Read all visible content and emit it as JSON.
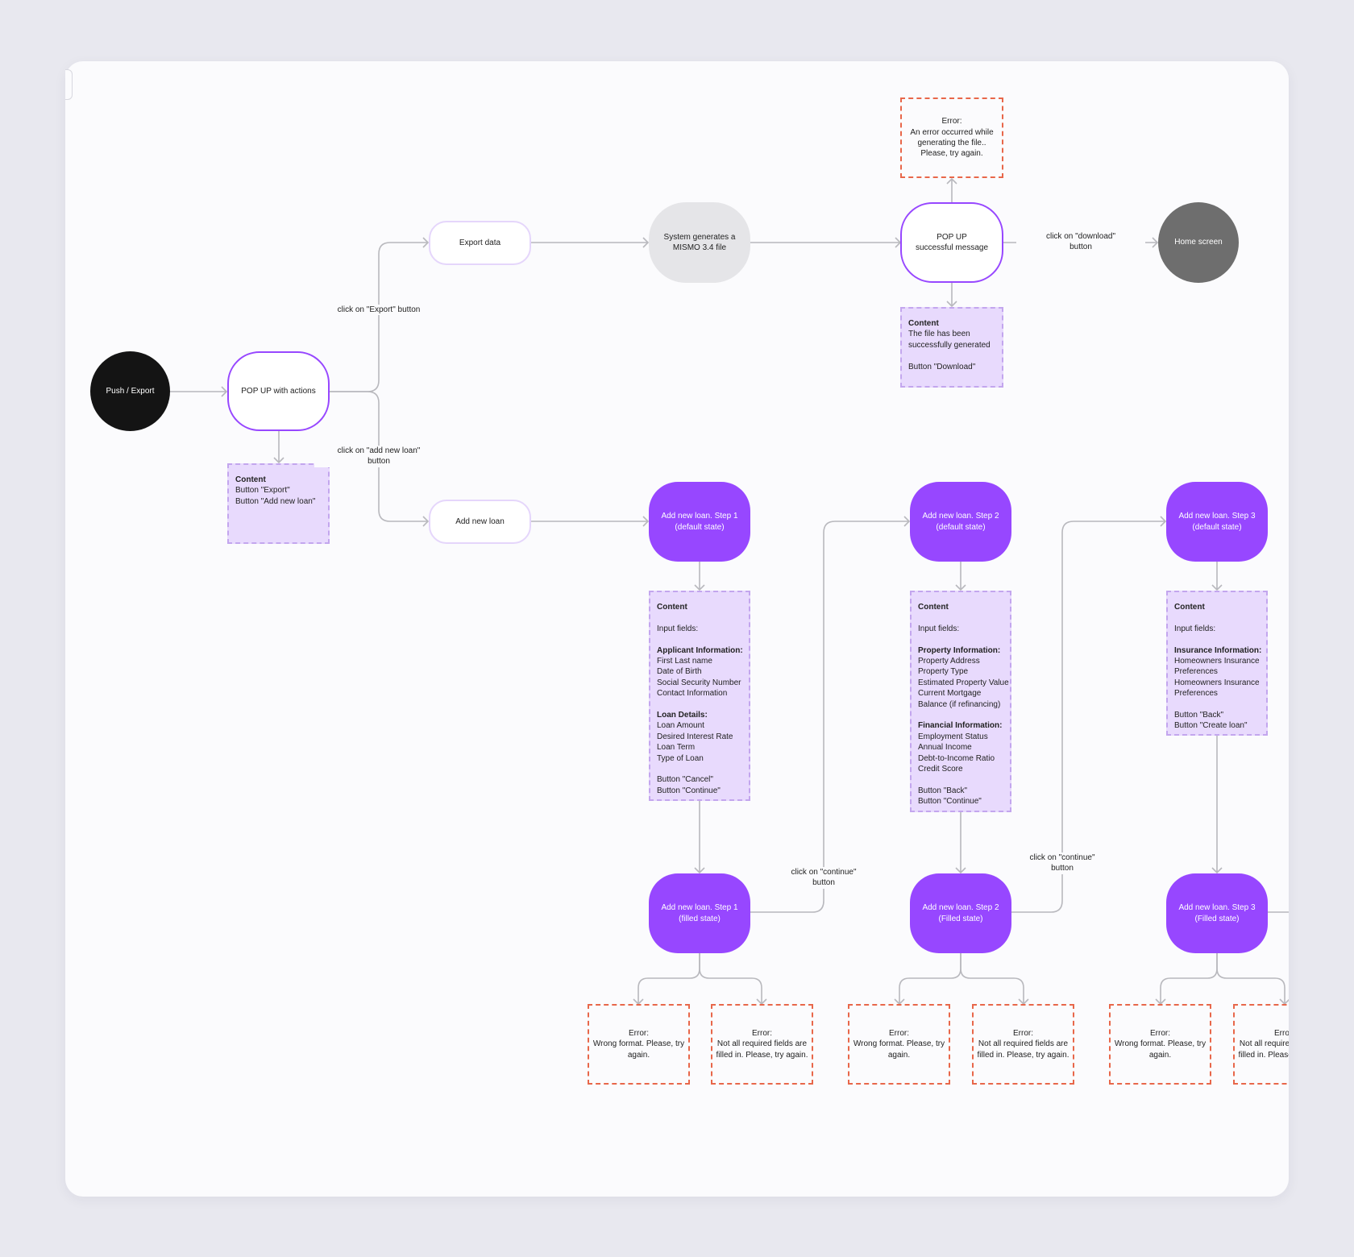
{
  "colors": {
    "accent": "#9747ff",
    "content_fill": "#e8dafd",
    "content_border": "#c3a6ee",
    "error_border": "#e8674a",
    "connector": "#b8b8bd",
    "start_node": "#141414",
    "end_node": "#6e6e6e"
  },
  "nodes": {
    "push_export": "Push / Export",
    "popup_actions": "POP UP with actions",
    "export_data": "Export data",
    "add_new_loan": "Add new loan",
    "system_generates": [
      "System generates a",
      "MISMO 3.4 file"
    ],
    "popup_success": [
      "POP UP",
      "successful message"
    ],
    "home_screen": "Home screen",
    "step1_default": [
      "Add new loan. Step 1",
      "(default state)"
    ],
    "step2_default": [
      "Add new loan. Step 2",
      "(default state)"
    ],
    "step3_default": [
      "Add new loan. Step 3",
      "(default state)"
    ],
    "step1_filled": [
      "Add new loan. Step 1",
      "(filled state)"
    ],
    "step2_filled": [
      "Add new loan. Step 2",
      "(Filled state)"
    ],
    "step3_filled": [
      "Add new loan. Step 3",
      "(Filled state)"
    ]
  },
  "labels": {
    "click_export": "click on \"Export\" button",
    "click_add_new_loan": [
      "click on \"add new loan\"",
      "button"
    ],
    "click_download": [
      "click on \"download\"",
      "button"
    ],
    "click_continue_1": [
      "click on \"continue\"",
      "button"
    ],
    "click_continue_2": [
      "click on \"continue\"",
      "button"
    ]
  },
  "content": {
    "popup": [
      "Content",
      "Button \"Export\"",
      "Button \"Add new loan\""
    ],
    "success": [
      "Content",
      "The file has been",
      "successfully generated",
      "",
      "Button \"Download\""
    ],
    "step1": [
      "Content",
      "",
      "Input fields:",
      "",
      "Applicant Information:",
      "First Last name",
      "Date of Birth",
      "Social Security Number",
      "Contact Information",
      "",
      "Loan Details:",
      "Loan Amount",
      "Desired Interest Rate",
      "Loan Term",
      "Type of Loan",
      "",
      "Button \"Cancel\"",
      "Button \"Continue\""
    ],
    "step2": [
      "Content",
      "",
      "Input fields:",
      "",
      "Property Information:",
      "Property Address",
      "Property Type",
      "Estimated Property Value",
      "Current Mortgage",
      "Balance (if refinancing)",
      "",
      "Financial Information:",
      "Employment Status",
      "Annual Income",
      "Debt-to-Income Ratio",
      "Credit Score",
      "",
      "Button \"Back\"",
      "Button \"Continue\""
    ],
    "step3": [
      "Content",
      "",
      "Input fields:",
      "",
      "Insurance Information:",
      "Homeowners Insurance",
      "Preferences",
      "Homeowners Insurance",
      "Preferences",
      "",
      "Button \"Back\"",
      "Button \"Create loan\""
    ]
  },
  "bold_lines": [
    "Content",
    "Applicant Information:",
    "Loan Details:",
    "Property Information:",
    "Financial Information:",
    "Insurance Information:"
  ],
  "errors": {
    "generate": [
      "Error:",
      "An error occurred while",
      "generating the file..",
      "Please, try again."
    ],
    "s1_format": [
      "Error:",
      "Wrong format. Please, try",
      "again."
    ],
    "s1_required": [
      "Error:",
      "Not all required fields are",
      "filled in. Please, try again."
    ],
    "s2_format": [
      "Error:",
      "Wrong format. Please, try",
      "again."
    ],
    "s2_required": [
      "Error:",
      "Not all required fields are",
      "filled in. Please, try again."
    ],
    "s3_format": [
      "Error:",
      "Wrong format. Please, try",
      "again."
    ],
    "s3_required": [
      "Error:",
      "Not all required fields are",
      "filled in. Please, try again."
    ]
  }
}
